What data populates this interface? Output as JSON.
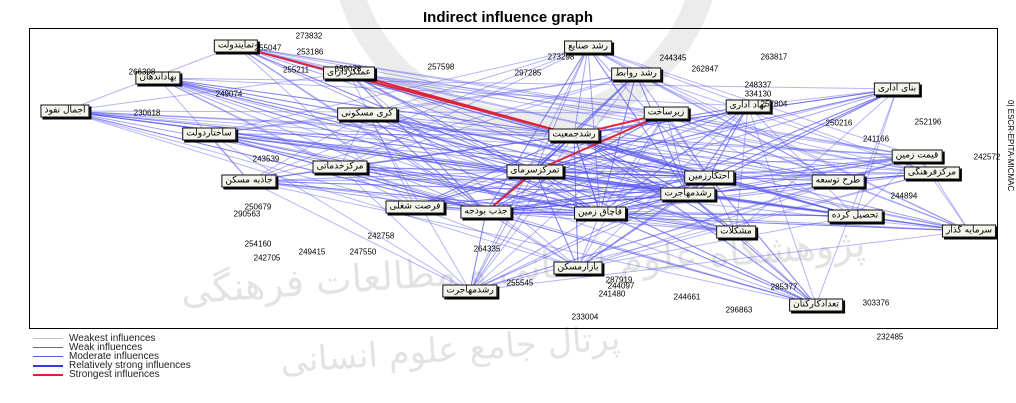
{
  "title": "Indirect influence graph",
  "side_label": "0| ESCR-EPITA-MICMAC",
  "legend": [
    {
      "label": "Weakest influences",
      "color": "#c0c0c0",
      "width": 1
    },
    {
      "label": "Weak influences",
      "color": "#707070",
      "width": 1
    },
    {
      "label": "Moderate influences",
      "color": "#5a5aee",
      "width": 1
    },
    {
      "label": "Relatively strong influences",
      "color": "#3a3ad8",
      "width": 2
    },
    {
      "label": "Strongest influences",
      "color": "#e02030",
      "width": 2
    }
  ],
  "colors": {
    "edge": "#5a5aee",
    "strong_edge": "#e02030",
    "node_bg": "#f4f4ec"
  },
  "nodes": [
    {
      "id": "n1",
      "label": "تمایندولت"
    },
    {
      "id": "n2",
      "label": "رشد صنایع"
    },
    {
      "id": "n3",
      "label": "بهاداندهان"
    },
    {
      "id": "n4",
      "label": "عملکردارای"
    },
    {
      "id": "n5",
      "label": "رشد روابط"
    },
    {
      "id": "n6",
      "label": "بنای اداری"
    },
    {
      "id": "n7",
      "label": "اجمال نفوذ"
    },
    {
      "id": "n8",
      "label": "کری مسکونی"
    },
    {
      "id": "n9",
      "label": "نهاد اداری"
    },
    {
      "id": "n10",
      "label": "زیرساخت"
    },
    {
      "id": "n11",
      "label": "ساختاردولت"
    },
    {
      "id": "n12",
      "label": "رشدجمعیت"
    },
    {
      "id": "n13",
      "label": "قیمت زمین"
    },
    {
      "id": "n14",
      "label": "مرکزخدماتی"
    },
    {
      "id": "n15",
      "label": "تمرکزسرمای"
    },
    {
      "id": "n16",
      "label": "مرکزفرهنگی"
    },
    {
      "id": "n17",
      "label": "جاذبه مسکن"
    },
    {
      "id": "n18",
      "label": "احتکارزمین"
    },
    {
      "id": "n19",
      "label": "طرح توسعه"
    },
    {
      "id": "n20",
      "label": "رشدمهاجرت"
    },
    {
      "id": "n21",
      "label": "فرصت شغلی"
    },
    {
      "id": "n22",
      "label": "جذب بودجه"
    },
    {
      "id": "n23",
      "label": "قاچاق زمین"
    },
    {
      "id": "n24",
      "label": "تحصیل کرده"
    },
    {
      "id": "n25",
      "label": "سرمایه گذار"
    },
    {
      "id": "n26",
      "label": "مشکلات"
    },
    {
      "id": "n27",
      "label": "بازارمسکن"
    },
    {
      "id": "n28",
      "label": "رشدمهاجرت"
    },
    {
      "id": "n29",
      "label": "تعدادکارکنان"
    }
  ],
  "edge_values": [
    "273832",
    "255047",
    "253186",
    "263817",
    "273298",
    "244345",
    "262847",
    "266398",
    "255211",
    "359078",
    "257598",
    "297285",
    "248337",
    "334130",
    "249074",
    "257804",
    "230618",
    "250216",
    "252196",
    "241166",
    "242572",
    "243539",
    "244894",
    "250679",
    "290563",
    "242758",
    "254160",
    "242705",
    "249415",
    "247550",
    "264335",
    "285377",
    "303376",
    "244097",
    "244661",
    "296863",
    "232485",
    "233004",
    "287919",
    "241480",
    "255545"
  ]
}
